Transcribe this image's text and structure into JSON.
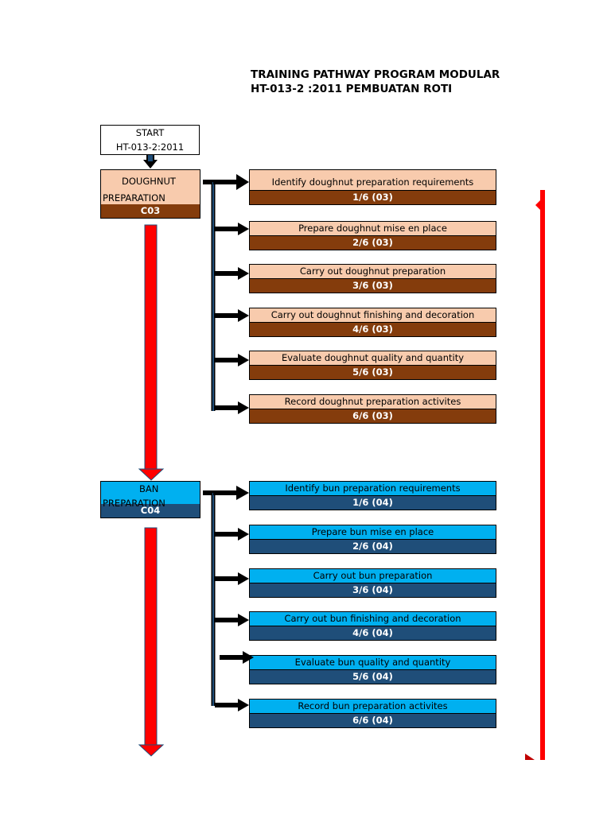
{
  "title": {
    "line1": "TRAINING PATHWAY PROGRAM  MODULAR",
    "line2": "HT-013-2 :2011 PEMBUATAN ROTI"
  },
  "start": {
    "line1": "START",
    "line2": "HT-013-2:2011"
  },
  "groups": [
    {
      "name_line1": "DOUGHNUT",
      "name_line2": "PREPARATION",
      "code": "C03",
      "tasks": [
        {
          "title": "Identify doughnut preparation requirements",
          "code": "1/6 (03)"
        },
        {
          "title": "Prepare doughnut mise en place",
          "code": "2/6 (03)"
        },
        {
          "title": "Carry out doughnut preparation",
          "code": "3/6 (03)"
        },
        {
          "title": "Carry out doughnut finishing and decoration",
          "code": "4/6 (03)"
        },
        {
          "title": "Evaluate doughnut  quality and quantity",
          "code": "5/6 (03)"
        },
        {
          "title": "Record doughnut preparation activites",
          "code": "6/6 (03)"
        }
      ]
    },
    {
      "name_line1": "BAN",
      "name_line2": "PREPARATION",
      "code": "C04",
      "tasks": [
        {
          "title": "Identify bun preparation requirements",
          "code": "1/6 (04)"
        },
        {
          "title": "Prepare bun mise en place",
          "code": "2/6 (04)"
        },
        {
          "title": "Carry out bun preparation",
          "code": "3/6 (04)"
        },
        {
          "title": "Carry out bun finishing and decoration",
          "code": "4/6 (04)"
        },
        {
          "title": "Evaluate bun  quality and quantity",
          "code": "5/6 (04)"
        },
        {
          "title": "Record bun preparation activites",
          "code": "6/6 (04)"
        }
      ]
    }
  ],
  "colors": {
    "doughnut_light": "#f8cbad",
    "doughnut_dark": "#843c0c",
    "bun_light": "#00b0f0",
    "bun_dark": "#1f4e79",
    "flow_arrow": "#ff0000",
    "connector": "#000000"
  }
}
